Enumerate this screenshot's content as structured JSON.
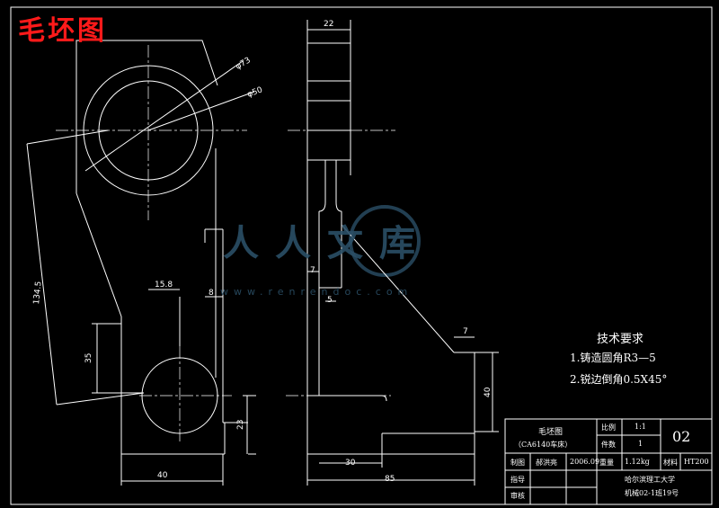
{
  "drawing_title": "毛坯图",
  "dimensions": {
    "r73": "φ73",
    "r50": "φ50",
    "d1345": "134.5",
    "d158": "15.8",
    "d8": "8",
    "d35": "35",
    "d23": "23",
    "d40_bottom": "40",
    "d22": "22",
    "d7_top": "7",
    "d5": "5",
    "d7_right": "7",
    "d40_right": "40",
    "d30": "30",
    "d85": "85"
  },
  "tech_requirements": {
    "heading": "技术要求",
    "item1": "1.铸造圆角R3—5",
    "item2": "2.锐边倒角0.5X45°"
  },
  "title_block": {
    "part_name": "毛坯图",
    "machine": "（CA6140车床）",
    "scale_label": "比例",
    "scale_value": "1:1",
    "qty_label": "件数",
    "qty_value": "1",
    "drawing_no": "02",
    "drawn_label": "制图",
    "drawn_by": "郝洪亮",
    "date": "2006.09",
    "weight_label": "重量",
    "weight_value": "1.12kg",
    "material_label": "材料",
    "material_value": "HT200",
    "guide_label": "指导",
    "review_label": "审核",
    "school": "哈尔滨理工大学",
    "class": "机械02-1班19号"
  },
  "watermark": {
    "brand": "人人文库",
    "url": "www.renrendoc.com"
  }
}
